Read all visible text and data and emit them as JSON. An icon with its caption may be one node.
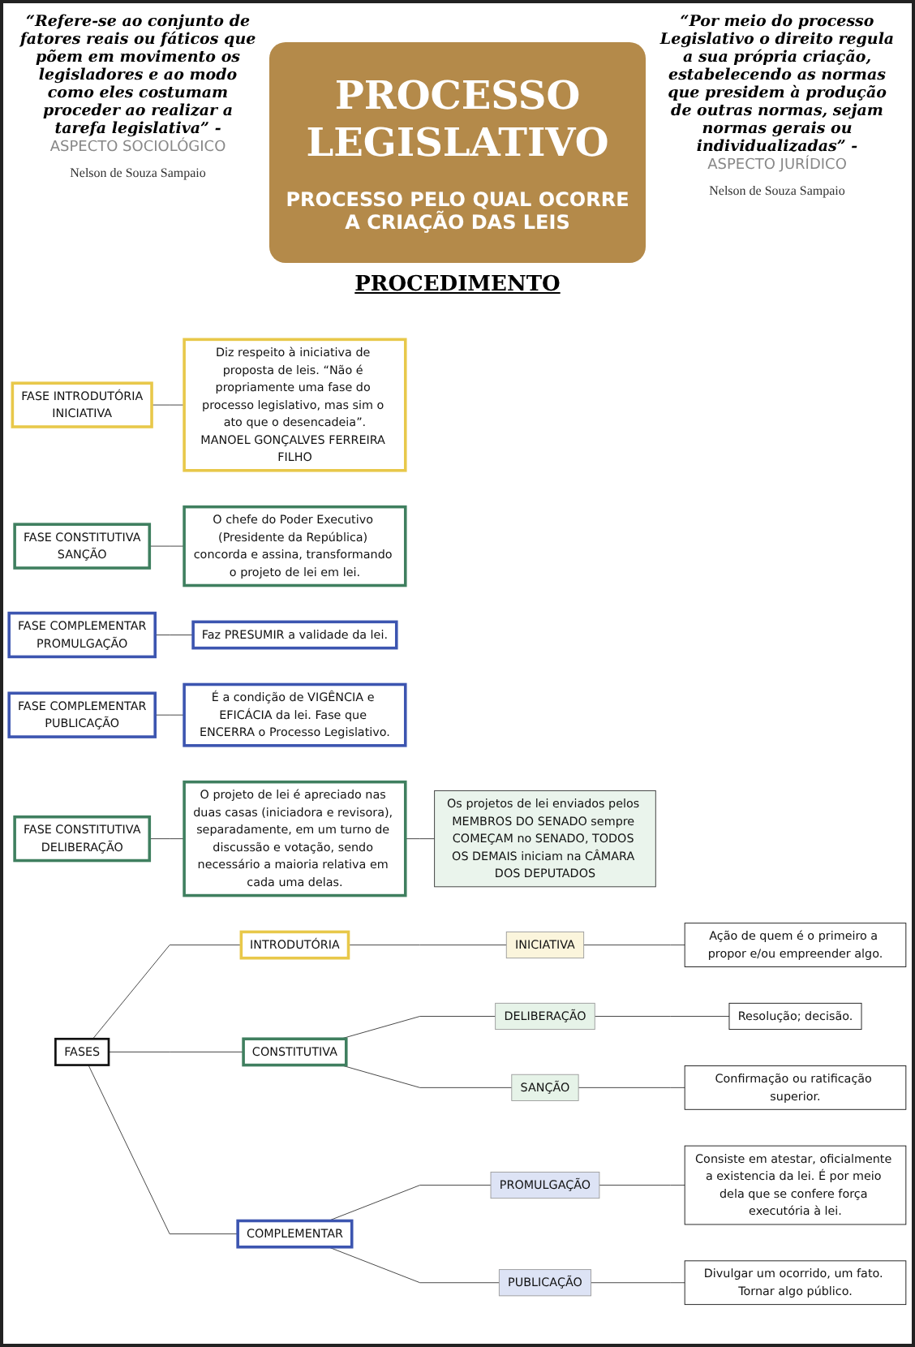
{
  "diagram": {
    "title": "PROCESSO LEGISLATIVO",
    "nodes": [
      {
        "text": [
          "FASES"
        ]
      },
      {
        "text": [
          "INTRODUTÓRIA"
        ]
      },
      {
        "text": [
          "CONSTITUTIVA"
        ]
      },
      {
        "text": [
          "COMPLEMENTAR"
        ]
      },
      {
        "text": [
          "INICIATIVA"
        ]
      },
      {
        "text": [
          "DELIBERAÇÃO"
        ]
      },
      {
        "text": [
          "SANÇÃO"
        ]
      },
      {
        "text": [
          "PROMULGAÇÃO"
        ]
      },
      {
        "text": [
          "PUBLICAÇÃO"
        ]
      },
      {
        "text": [
          "Ação de quem é o primeiro a propor e/ou empreender algo."
        ]
      },
      {
        "text": [
          "Resolução; decisão."
        ]
      },
      {
        "text": [
          "Confirmação ou ratificação superior."
        ]
      },
      {
        "text": [
          "Consiste em atestar, oficialmente a existencia da lei. É por meio dela que se confere força executória à lei."
        ]
      },
      {
        "text": [
          "Divulgar um ocorrido, um fato. Tornar algo público."
        ]
      },
      {
        "text": [
          "FASE INTRODUTÓRIA",
          "INICIATIVA"
        ]
      },
      {
        "text": [
          "Diz respeito à iniciativa de proposta de leis. “Não é propriamente uma fase do processo legislativo, mas sim o ato que o desencadeia”.",
          "MANOEL GONÇALVES FERREIRA FILHO"
        ]
      },
      {
        "text": [
          "FASE CONSTITUTIVA",
          "DELIBERAÇÃO"
        ]
      },
      {
        "text": [
          "O projeto de lei é apreciado nas duas casas (iniciadora e revisora), separadamente, em um turno de discussão e votação, sendo necessário a maioria relativa em cada uma delas."
        ]
      },
      {
        "text": [
          "FASE CONSTITUTIVA",
          "SANÇÃO"
        ]
      },
      {
        "text": [
          "O chefe do Poder Executivo (Presidente da República) concorda e assina, transformando o projeto de lei em lei."
        ]
      },
      {
        "text": [
          "FASE COMPLEMENTAR",
          "PROMULGAÇÃO"
        ]
      },
      {
        "text": [
          "Faz PRESUMIR a validade da lei."
        ]
      },
      {
        "text": [
          "FASE COMPLEMENTAR",
          "PUBLICAÇÃO"
        ]
      },
      {
        "text": [
          "É a condição de VIGÊNCIA e EFICÁCIA da lei. Fase que ENCERRA o Processo Legislativo."
        ]
      },
      {
        "text": [
          "Os projetos de lei enviados pelos MEMBROS DO SENADO sempre COMEÇAM no SENADO, TODOS OS DEMAIS iniciam na CÂMARA DOS DEPUTADOS"
        ]
      }
    ],
    "edges": [
      {
        "from": 0,
        "to": 1,
        "arrow": "none"
      },
      {
        "from": 0,
        "to": 2,
        "arrow": "none"
      },
      {
        "from": 0,
        "to": 3,
        "arrow": "none"
      },
      {
        "from": 1,
        "to": 4,
        "arrow": "none"
      },
      {
        "from": 2,
        "to": 5,
        "arrow": "none"
      },
      {
        "from": 2,
        "to": 6,
        "arrow": "none"
      },
      {
        "from": 3,
        "to": 7,
        "arrow": "none"
      },
      {
        "from": 3,
        "to": 8,
        "arrow": "none"
      },
      {
        "from": 4,
        "to": 9,
        "arrow": "none"
      },
      {
        "from": 5,
        "to": 10,
        "arrow": "none"
      },
      {
        "from": 6,
        "to": 11,
        "arrow": "none"
      },
      {
        "from": 7,
        "to": 12,
        "arrow": "none"
      },
      {
        "from": 8,
        "to": 13,
        "arrow": "none"
      },
      {
        "from": 14,
        "to": 15,
        "arrow": "none"
      },
      {
        "from": 16,
        "to": 17,
        "arrow": "none"
      },
      {
        "from": 18,
        "to": 19,
        "arrow": "none"
      },
      {
        "from": 20,
        "to": 21,
        "arrow": "none"
      },
      {
        "from": 22,
        "to": 23,
        "arrow": "none"
      },
      {
        "from": 17,
        "to": 24,
        "arrow": "none"
      }
    ],
    "labels": [
      "“Refere-se ao conjunto de fatores reais ou fáticos que põem em movimento os legisladores e ao modo como eles costumam proceder ao realizar a tarefa legislativa” -",
      "ASPECTO SOCIOLÓGICO",
      "Nelson de Souza Sampaio",
      "PROCESSO PELO QUAL OCORRE A CRIAÇÃO DAS LEIS",
      "“Por meio do processo Legislativo o direito regula a sua própria criação, estabelecendo as normas que presidem à produção de outras normas, sejam normas gerais ou individualizadas” -",
      "ASPECTO JURÍDICO",
      "Nelson de Souza Sampaio",
      "PROCEDIMENTO"
    ]
  }
}
